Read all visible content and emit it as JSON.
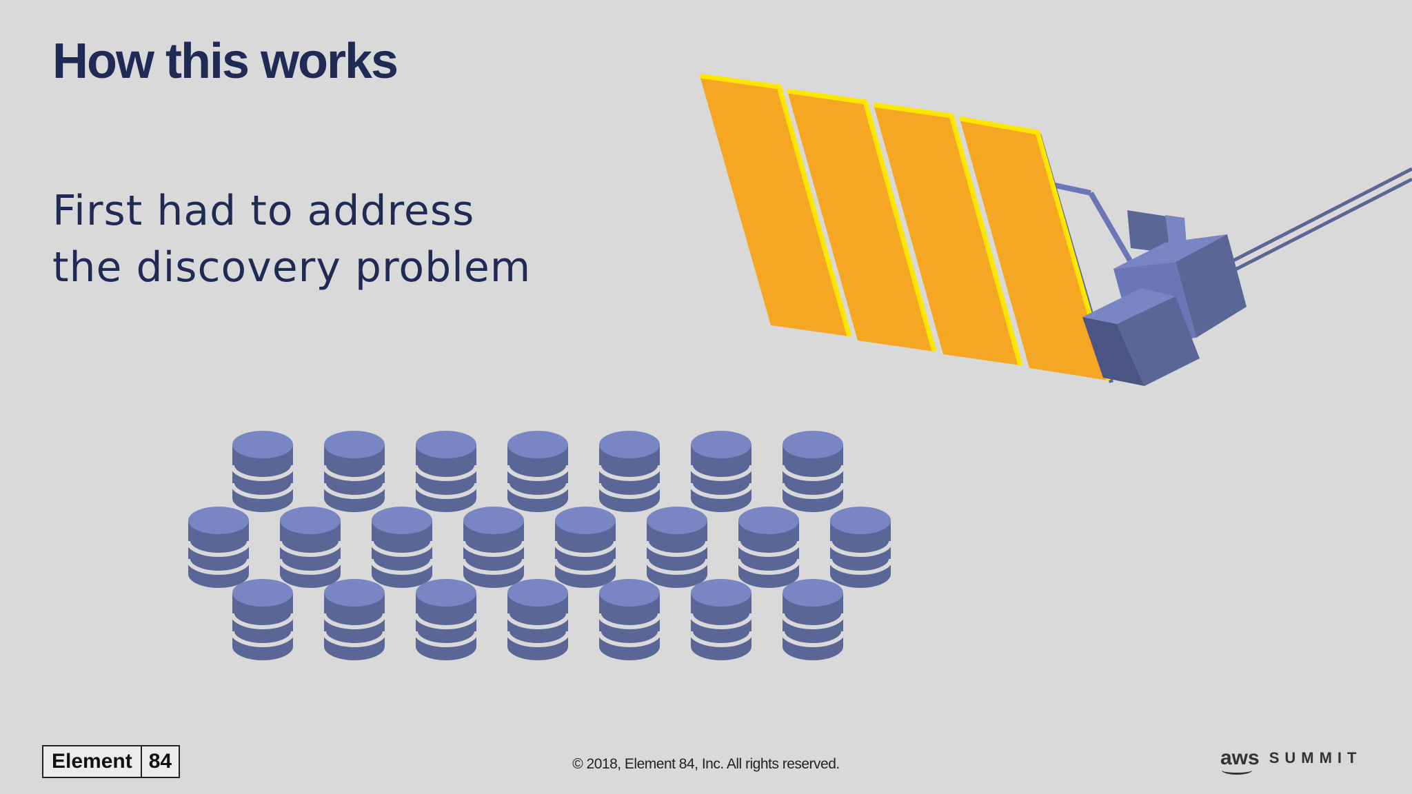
{
  "title": "How this works",
  "body": {
    "line1": "First had to address",
    "line2": "the discovery problem"
  },
  "illustrations": {
    "satellite": "satellite-icon",
    "databases": "database-icon"
  },
  "footer": {
    "logo_word": "Element",
    "logo_number": "84",
    "copyright": "© 2018, Element 84, Inc. All rights reserved.",
    "event_mark": "aws",
    "event_name": "SUMMIT"
  },
  "colors": {
    "title": "#1f2a55",
    "background": "#d9d9d9",
    "panel": "#f5a623",
    "panel_edge": "#ffe600",
    "db_top": "#7a86c4",
    "db_body": "#5a6696"
  }
}
